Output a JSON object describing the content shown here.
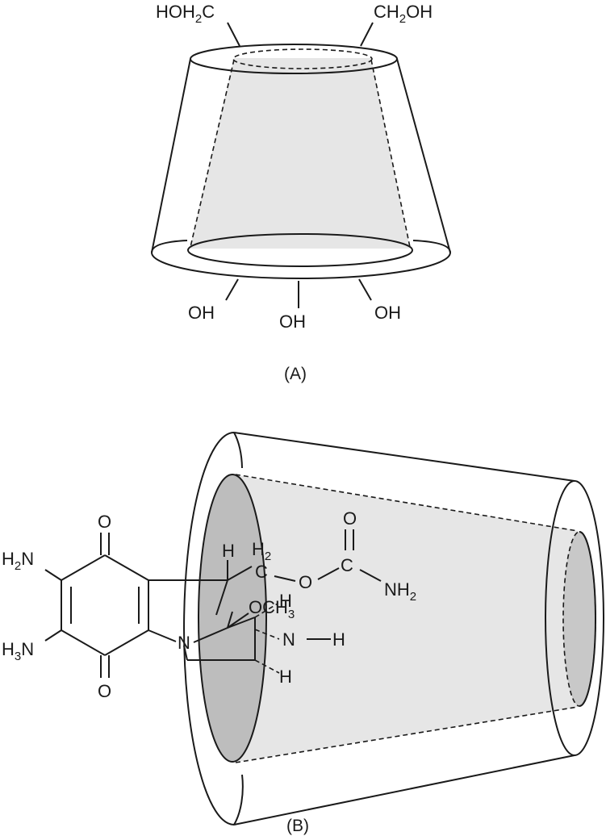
{
  "panel_a": {
    "caption": "(A)",
    "top_left_group": {
      "main": "HOH",
      "sub": "2",
      "tail": "C"
    },
    "top_right_group": {
      "main": "CH",
      "sub": "2",
      "tail": "OH"
    },
    "bottom_groups": [
      "OH",
      "OH",
      "OH"
    ]
  },
  "panel_b": {
    "caption": "(B)",
    "labels": {
      "h2n": {
        "main": "H",
        "sub": "2",
        "tail": "N"
      },
      "h3n": {
        "main": "H",
        "sub": "3",
        "tail": "N"
      },
      "o_top": "O",
      "o_bottom": "O",
      "h_chiral": "H",
      "h2_methylene": {
        "main": "H",
        "sub": "2"
      },
      "c_methylene": "C",
      "o_ester": "O",
      "c_carbonyl": "C",
      "o_carbonyl": "O",
      "nh2": {
        "main": "NH",
        "sub": "2"
      },
      "och3": {
        "main": "OCH",
        "sub": "3"
      },
      "n_ring": "N",
      "h_upper": "H",
      "n_aziridine": "N",
      "h_on_n": "H",
      "h_lower": "H"
    }
  }
}
